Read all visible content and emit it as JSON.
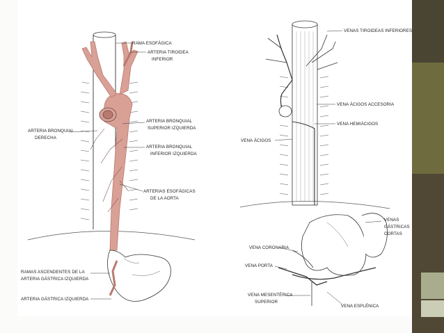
{
  "colors": {
    "artery": "#d9a096",
    "artery_dark": "#b87a70",
    "outline": "#3a3a3a",
    "panel_dark": "#4a4433",
    "panel_olive": "#6e6b3e",
    "panel_light": "#a9ad8e"
  },
  "left": {
    "rama_esofagica": "RAMA ESOFÁGICA",
    "arteria_tiroidea": "ARTERIA TIROIDEA",
    "inferior": "INFERIOR",
    "arteria_bronquial_derecha_1": "ARTERIA BRONQUIAL",
    "arteria_bronquial_derecha_2": "DERECHA",
    "bronquial_superior_1": "ARTERIA BRONQUIAL",
    "bronquial_superior_2": "SUPERIOR IZQUIERDA",
    "bronquial_inferior_1": "ARTERIA BRONQUIAL",
    "bronquial_inferior_2": "INFERIOR IZQUIERDA",
    "esofagicas_1": "ARTERIAS ESOFÁGICAS",
    "esofagicas_2": "DE LA AORTA",
    "ramas_ascendentes_1": "RAMAS ASCENDENTES DE LA",
    "ramas_ascendentes_2": "ARTERIA GÁSTRICA IZQUIERDA",
    "gastrica_izquierda": "ARTERIA GÁSTRICA IZQUIERDA"
  },
  "right": {
    "venas_tiroideas": "VENAS TIROIDEAS INFERIORES",
    "acigos_accesoria": "VENA ÁCIGOS ACCESORIA",
    "hemiacigos": "VENA HEMIÁCIGOS",
    "acigos": "VENA ÁCIGOS",
    "gastricas_1": "VENAS",
    "gastricas_2": "GÁSTRICAS",
    "gastricas_3": "CORTAS",
    "coronaria": "VENA CORONARIA",
    "porta": "VENA PORTA",
    "mesenterica_1": "VENA MESENTÉRICA",
    "mesenterica_2": "SUPERIOR",
    "esplenica": "VENA ESPLÉNICA"
  }
}
